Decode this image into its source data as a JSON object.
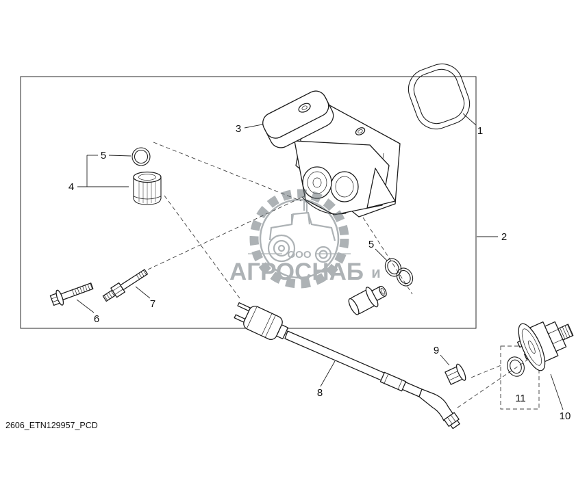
{
  "diagram": {
    "part_code": "2606_ETN129957_PCD",
    "watermark": {
      "ooo": "ООО",
      "name": "АГРОСНАБ",
      "suffix": "и"
    },
    "callouts": {
      "c1": "1",
      "c2": "2",
      "c3": "3",
      "c4": "4",
      "c5a": "5",
      "c5b": "5",
      "c6": "6",
      "c7": "7",
      "c8": "8",
      "c9": "9",
      "c10": "10",
      "c11": "11"
    }
  }
}
